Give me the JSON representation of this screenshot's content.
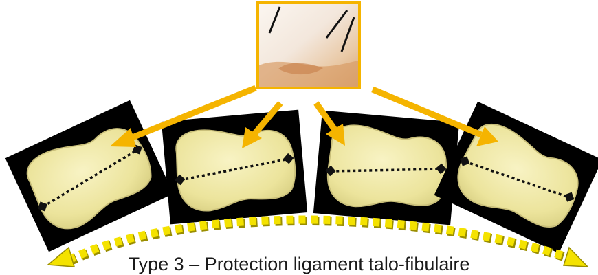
{
  "caption": "Type 3 – Protection ligament talo-fibulaire",
  "colors": {
    "arrow": "#f5b400",
    "dotted_arc": "#f4e200",
    "dotted_arc_shadow": "#9a8e00",
    "bone": "#efe7a3",
    "panel": "#000000",
    "frame_top": "#f5b400"
  },
  "slices": [
    {
      "name": "slice-1",
      "rotation_deg": -25
    },
    {
      "name": "slice-2",
      "rotation_deg": -5
    },
    {
      "name": "slice-3",
      "rotation_deg": 5
    },
    {
      "name": "slice-4",
      "rotation_deg": 25
    }
  ]
}
